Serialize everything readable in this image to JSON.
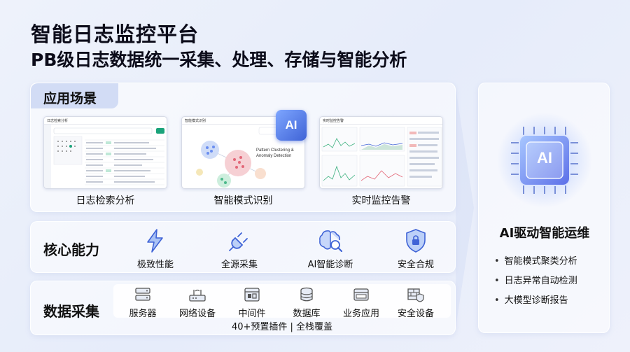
{
  "header": {
    "title": "智能日志监控平台",
    "subtitle": "PB级日志数据统一采集、处理、存储与智能分析"
  },
  "scenarios": {
    "heading": "应用场景",
    "items": [
      {
        "caption": "日志检索分析",
        "window_title": "日志检索分析"
      },
      {
        "caption": "智能模式识别",
        "window_title": "智能模式识别",
        "overlay_text": "Pattern Clustering & Anomaly Detection",
        "badge": "AI"
      },
      {
        "caption": "实时监控告警",
        "window_title": "实时监控告警"
      }
    ]
  },
  "capabilities": {
    "heading": "核心能力",
    "items": [
      {
        "label": "极致性能",
        "icon": "lightning-icon"
      },
      {
        "label": "全源采集",
        "icon": "plug-icon"
      },
      {
        "label": "AI智能诊断",
        "icon": "brain-search-icon"
      },
      {
        "label": "安全合规",
        "icon": "shield-icon"
      }
    ]
  },
  "collection": {
    "heading": "数据采集",
    "items": [
      {
        "label": "服务器",
        "icon": "server-icon"
      },
      {
        "label": "网络设备",
        "icon": "router-icon"
      },
      {
        "label": "中间件",
        "icon": "middleware-icon"
      },
      {
        "label": "数据库",
        "icon": "database-icon"
      },
      {
        "label": "业务应用",
        "icon": "app-window-icon"
      },
      {
        "label": "安全设备",
        "icon": "firewall-icon"
      }
    ],
    "footer": "40+预置插件 | 全栈覆盖"
  },
  "ai_panel": {
    "chip_label": "AI",
    "title": "AI驱动智能运维",
    "bullets": [
      "智能模式聚类分析",
      "日志异常自动检测",
      "大模型诊断报告"
    ]
  },
  "colors": {
    "accent": "#3f63d6",
    "tab_bg": "#d2dcf5",
    "teal": "#1aa37a"
  }
}
